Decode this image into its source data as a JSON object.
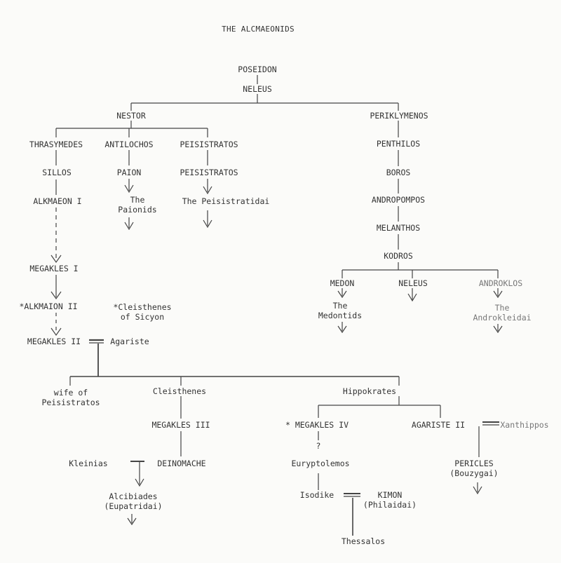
{
  "title": "THE ALCMAEONIDS",
  "people": {
    "poseidon": "POSEIDON",
    "neleus": "NELEUS",
    "nestor": "NESTOR",
    "periklymenos": "PERIKLYMENOS",
    "thrasymedes": "THRASYMEDES",
    "antilochos": "ANTILOCHOS",
    "peisistratos1": "PEISISTRATOS",
    "sillos": "SILLOS",
    "paion": "PAION",
    "peisistratos2": "PEISISTRATOS",
    "alkmaeon1": "ALKMAEON I",
    "paionids": [
      "The",
      "Paionids"
    ],
    "peisistratidai": "The Peisistratidai",
    "penthilos": "PENTHILOS",
    "boros": "BOROS",
    "andropompos": "ANDROPOMPOS",
    "melanthos": "MELANTHOS",
    "kodros": "KODROS",
    "medon": "MEDON",
    "neleus2": "NELEUS",
    "androklos": "ANDROKLOS",
    "medontids": [
      "The",
      "Medontids"
    ],
    "androkleidai": [
      "The",
      "Androkleidai"
    ],
    "megakles1": "MEGAKLES I",
    "alkmaion2": "*ALKMAION II",
    "cleisthenes_sicyon": [
      "*Cleisthenes",
      "of Sicyon"
    ],
    "megakles2": "MEGAKLES II",
    "agariste": "Agariste",
    "wife_peisistratos": [
      "wife of",
      "Peisistratos"
    ],
    "cleisthenes": "Cleisthenes",
    "hippokrates": "Hippokrates",
    "megakles3": "MEGAKLES III",
    "megakles4": "* MEGAKLES IV",
    "agariste2": "AGARISTE II",
    "xanthippos": "Xanthippos",
    "kleinias": "Kleinias",
    "deinomache": "DEINOMACHE",
    "qmark": "?",
    "euryptolemos": "Euryptolemos",
    "pericles": [
      "PERICLES",
      "(Bouzygai)"
    ],
    "alcibiades": [
      "Alcibiades",
      "(Eupatridai)"
    ],
    "isodike": "Isodike",
    "kimon": [
      "KIMON",
      "(Philaidai)"
    ],
    "thessalos": "Thessalos"
  }
}
